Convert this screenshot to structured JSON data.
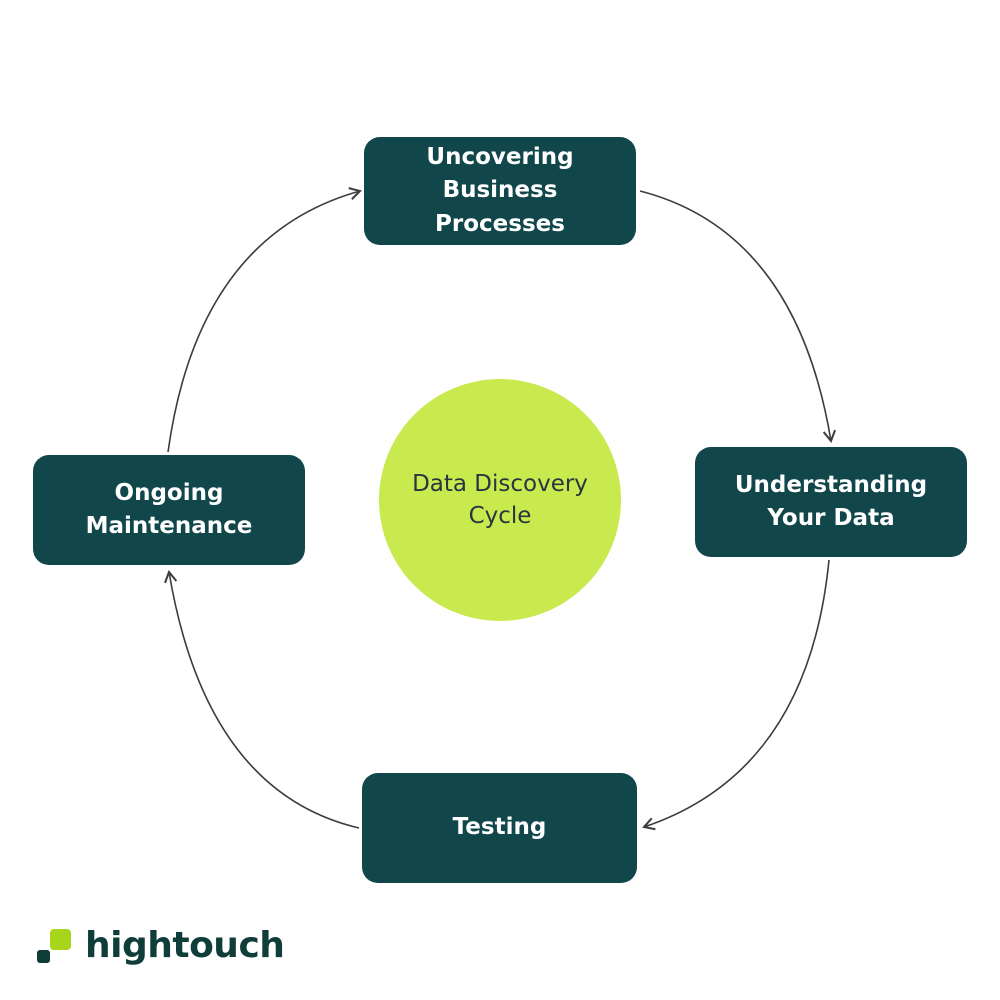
{
  "diagram": {
    "center": {
      "line1": "Data Discovery",
      "line2": "Cycle"
    },
    "nodes": {
      "top": {
        "lines": [
          "Uncovering",
          "Business",
          "Processes"
        ]
      },
      "right": {
        "lines": [
          "Understanding",
          "Your Data"
        ]
      },
      "bottom": {
        "lines": [
          "Testing"
        ]
      },
      "left": {
        "lines": [
          "Ongoing",
          "Maintenance"
        ]
      }
    },
    "flow_order": [
      "Uncovering Business Processes",
      "Understanding Your Data",
      "Testing",
      "Ongoing Maintenance"
    ],
    "colors": {
      "node_background": "#11474b",
      "node_text": "#ffffff",
      "circle_background": "#c9ea4e",
      "circle_text": "#273640",
      "arrow": "#3d3d3d"
    }
  },
  "footer": {
    "brand": "hightouch",
    "brand_color": "#0f3e3a",
    "logo_lime": "#a6d51b",
    "logo_dark": "#0f3e3a"
  }
}
